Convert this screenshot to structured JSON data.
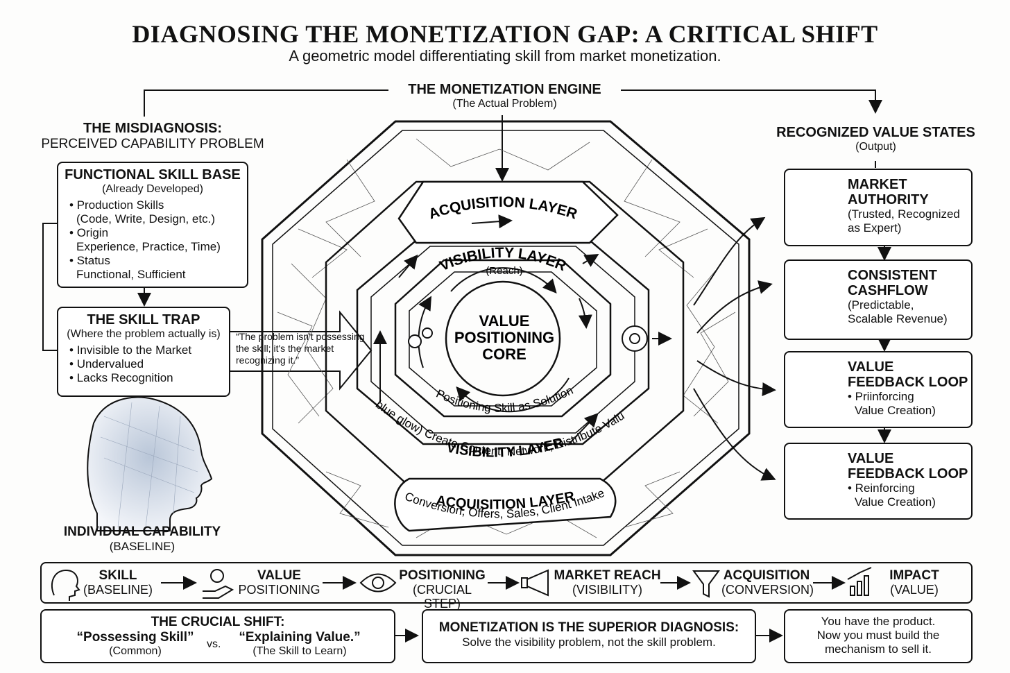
{
  "title": "DIAGNOSING THE MONETIZATION GAP: A CRITICAL SHIFT",
  "subtitle": "A geometric model differentiating skill from market monetization.",
  "engine": {
    "title": "THE MONETIZATION ENGINE",
    "sub": "(The Actual Problem)"
  },
  "misdiagnosis": {
    "title": "THE MISDIAGNOSIS:",
    "sub": "PERCEIVED CAPABILITY PROBLEM"
  },
  "skill_base": {
    "title": "FUNCTIONAL SKILL BASE",
    "sub": "(Already Developed)",
    "items": [
      {
        "label": "Production Skills",
        "detail": "(Code, Write, Design, etc.)"
      },
      {
        "label": "Origin",
        "detail": "Experience, Practice, Time)"
      },
      {
        "label": "Status",
        "detail": "Functional, Sufficient"
      }
    ]
  },
  "skill_trap": {
    "title": "THE SKILL TRAP",
    "sub": "(Where the problem actually is)",
    "items": [
      "Invisible to the Market",
      "Undervalued",
      "Lacks Recognition"
    ]
  },
  "quote": "“The problem isn't possessing the skill; it's the market recognizing it.”",
  "individual": {
    "title": "INDIVIDUAL CAPABILITY",
    "sub": "(BASELINE)"
  },
  "core": {
    "line1": "VALUE",
    "line2": "POSITIONING",
    "line3": "CORE",
    "acq_top": "ACQUISITION LAYER",
    "vis_top": "VISIBILITY LAYER",
    "reach": "(Reach)",
    "positioning": "Positioning Skill as Solution",
    "vis_bottom": "VISIBILITY LAYER",
    "vis_desc": "(blue glow) Create Content, Network, Distribute Value",
    "acq_bottom": "ACQUISITION LAYER",
    "acq_desc": "Conversion, Offers, Sales, Client Intake"
  },
  "states": {
    "title": "RECOGNIZED VALUE STATES",
    "sub": "(Output)",
    "cards": [
      {
        "icon": "award-ribbon-icon",
        "t1": "MARKET",
        "t2": "AUTHORITY",
        "d1": "(Trusted, Recognized",
        "d2": "as Expert)"
      },
      {
        "icon": "coins-cashflow-icon",
        "t1": "CONSISTENT",
        "t2": "CASHFLOW",
        "d1": "(Predictable,",
        "d2": "Scalable Revenue)"
      },
      {
        "icon": "growth-chart-money-icon",
        "t1": "VALUE",
        "t2": "FEEDBACK LOOP",
        "d1": "• Priinforcing",
        "d2": "Value Creation)"
      },
      {
        "icon": "cycle-hand-icon",
        "t1": "VALUE",
        "t2": "FEEDBACK LOOP",
        "d1": "• Reinforcing",
        "d2": "Value Creation)"
      }
    ]
  },
  "flow": [
    {
      "icon": "head-icon",
      "t1": "SKILL",
      "t2": "(BASELINE)"
    },
    {
      "icon": "money-hand-icon",
      "t1": "VALUE",
      "t2": "POSITIONING"
    },
    {
      "icon": "eye-target-icon",
      "t1": "POSITIONING",
      "t2": "(CRUCIAL STEP)"
    },
    {
      "icon": "megaphone-icon",
      "t1": "MARKET REACH",
      "t2": "(VISIBILITY)"
    },
    {
      "icon": "funnel-icon",
      "t1": "ACQUISITION",
      "t2": "(CONVERSION)"
    },
    {
      "icon": "bar-chart-icon",
      "t1": "IMPACT",
      "t2": "(VALUE)"
    }
  ],
  "shift": {
    "title": "THE CRUCIAL SHIFT:",
    "left": "“Possessing Skill”",
    "left_sub": "(Common)",
    "vs": "vs.",
    "right": "“Explaining Value.”",
    "right_sub": "(The Skill to Learn)"
  },
  "diagnosis": {
    "title": "MONETIZATION IS THE SUPERIOR DIAGNOSIS:",
    "sub": "Solve the visibility problem, not the skill problem."
  },
  "final": {
    "l1": "You have the product.",
    "l2": "Now you must build the",
    "l3": "mechanism to sell it."
  }
}
